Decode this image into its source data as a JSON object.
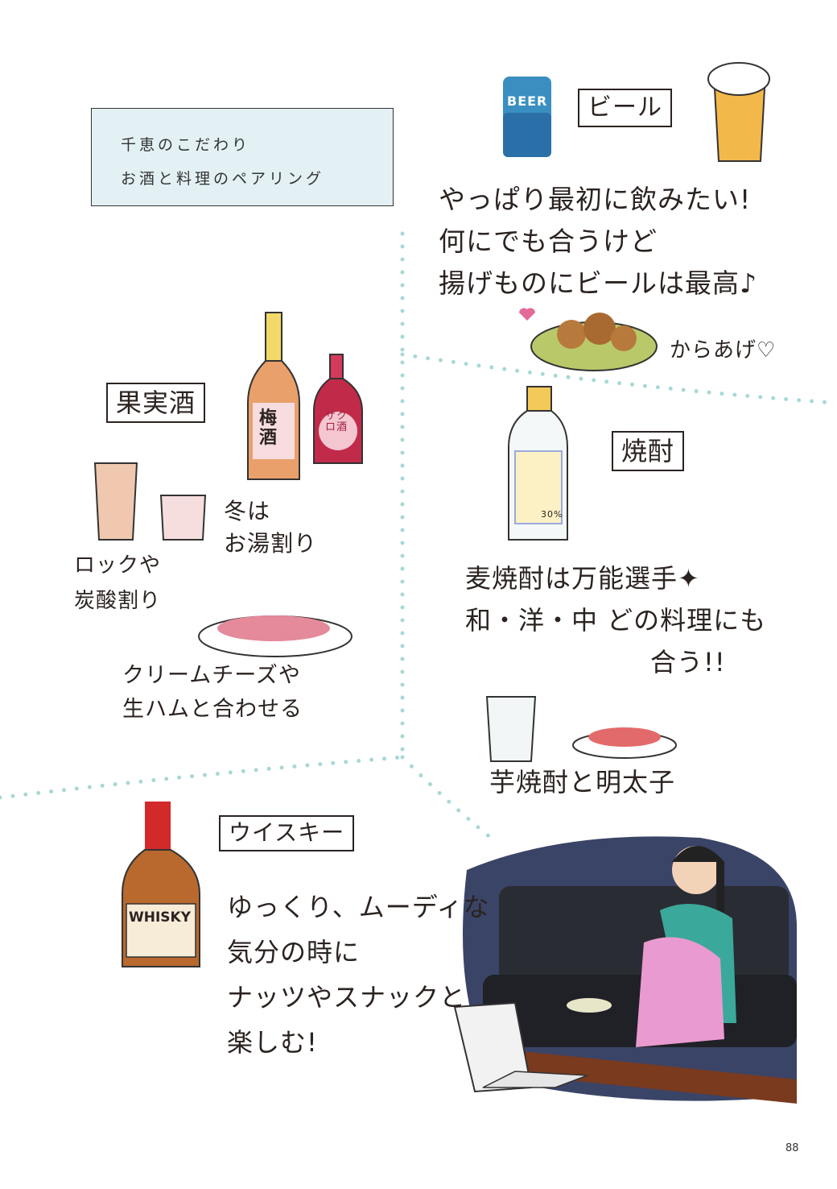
{
  "header": {
    "line1": "千恵のこだわり",
    "line2": "お酒と料理のペアリング"
  },
  "beer": {
    "label": "ビール",
    "can_text": "BEER",
    "lines": [
      "やっぱり最初に飲みたい!",
      "何にでも合うけど",
      "揚げものにビールは最高♪"
    ],
    "food": "からあげ♡"
  },
  "fruit_wine": {
    "label": "果実酒",
    "bottle1": "梅酒",
    "bottle2": "ザクロ酒",
    "winter": [
      "冬は",
      "お湯割り"
    ],
    "rock": [
      "ロックや",
      "炭酸割り"
    ],
    "food": [
      "クリームチーズや",
      "生ハムと合わせる"
    ]
  },
  "shochu": {
    "label": "焼酎",
    "bottle_text": "30%",
    "lines": [
      "麦焼酎は万能選手✦",
      "和・洋・中 どの料理にも",
      "合う!!"
    ],
    "food": "芋焼酎と明太子"
  },
  "whisky": {
    "label": "ウイスキー",
    "bottle_text": "WHISKY",
    "lines": [
      "ゆっくり、ムーディな",
      "気分の時に",
      "ナッツやスナックと",
      "楽しむ!"
    ]
  },
  "page_number": "88",
  "colors": {
    "dots": "#a9d8d6",
    "box": "#e3f1f5",
    "sofa": "#2a2c33",
    "night": "#3a4466"
  }
}
